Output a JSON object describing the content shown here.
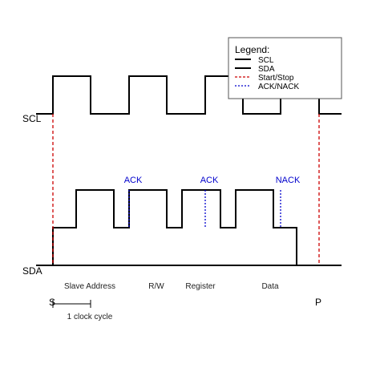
{
  "signals": {
    "scl_label": "SCL",
    "sda_label": "SDA"
  },
  "markers": {
    "ack_1": "ACK",
    "ack_2": "ACK",
    "nack": "NACK",
    "start": "S",
    "stop": "P"
  },
  "sections": {
    "slave_address": "Slave Address",
    "rw": "R/W",
    "register": "Register",
    "data": "Data"
  },
  "scale_bar": {
    "label": "1 clock cycle"
  },
  "legend": {
    "title": "Legend:",
    "items": [
      {
        "label": "SCL",
        "color": "#000000",
        "style": "solid"
      },
      {
        "label": "SDA",
        "color": "#000000",
        "style": "solid"
      },
      {
        "label": "Start/Stop",
        "color": "#cc0000",
        "style": "dashed"
      },
      {
        "label": "ACK/NACK",
        "color": "#0000cc",
        "style": "dotted"
      }
    ]
  },
  "colors": {
    "signal": "#000000",
    "start_stop": "#cc0000",
    "ack": "#0000cc"
  }
}
